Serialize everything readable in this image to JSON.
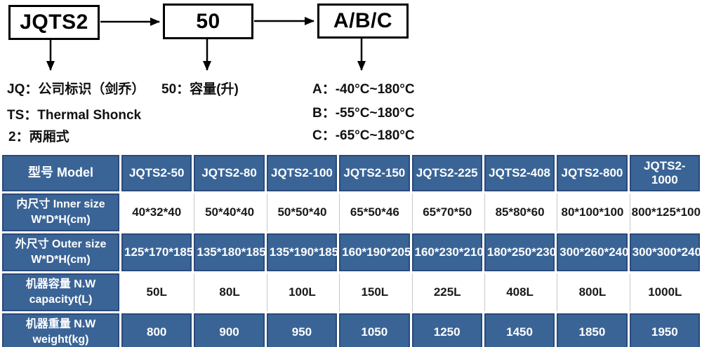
{
  "diagram": {
    "boxes": [
      {
        "label": "JQTS2"
      },
      {
        "label": "50"
      },
      {
        "label": "A/B/C"
      }
    ],
    "notes": {
      "left": [
        "JQ：公司标识（剑乔）",
        "TS：Thermal Shonck",
        "2：两厢式"
      ],
      "mid": "50：容量(升)",
      "right": [
        "A：-40°C~180°C",
        "B：-55°C~180°C",
        "C：-65°C~180°C"
      ]
    }
  },
  "table": {
    "model_header": {
      "label": "型号 Model",
      "models": [
        "JQTS2-50",
        "JQTS2-80",
        "JQTS2-100",
        "JQTS2-150",
        "JQTS2-225",
        "JQTS2-408",
        "JQTS2-800",
        "JQTS2-1000"
      ]
    },
    "rows": [
      {
        "label_zh": "内尺寸 Inner size",
        "label_en": "W*D*H(cm)",
        "values": [
          "40*32*40",
          "50*40*40",
          "50*50*40",
          "65*50*46",
          "65*70*50",
          "85*80*60",
          "80*100*100",
          "800*125*100"
        ]
      },
      {
        "label_zh": "外尺寸 Outer size",
        "label_en": "W*D*H(cm)",
        "values": [
          "125*170*185",
          "135*180*185",
          "135*190*185",
          "160*190*205",
          "160*230*210",
          "180*250*230",
          "300*260*240",
          "300*300*240"
        ]
      },
      {
        "label_zh": "机器容量 N.W",
        "label_en": "capacityt(L)",
        "values": [
          "50L",
          "80L",
          "100L",
          "150L",
          "225L",
          "408L",
          "800L",
          "1000L"
        ]
      },
      {
        "label_zh": "机器重量 N.W",
        "label_en": "weight(kg)",
        "values": [
          "800",
          "900",
          "950",
          "1050",
          "1250",
          "1450",
          "1850",
          "1950"
        ]
      }
    ]
  },
  "colors": {
    "table_blue": "#3a6496",
    "table_blue_border": "#2a4a7a",
    "divider_gray": "#c8c8c8",
    "arrow_black": "#000000"
  }
}
